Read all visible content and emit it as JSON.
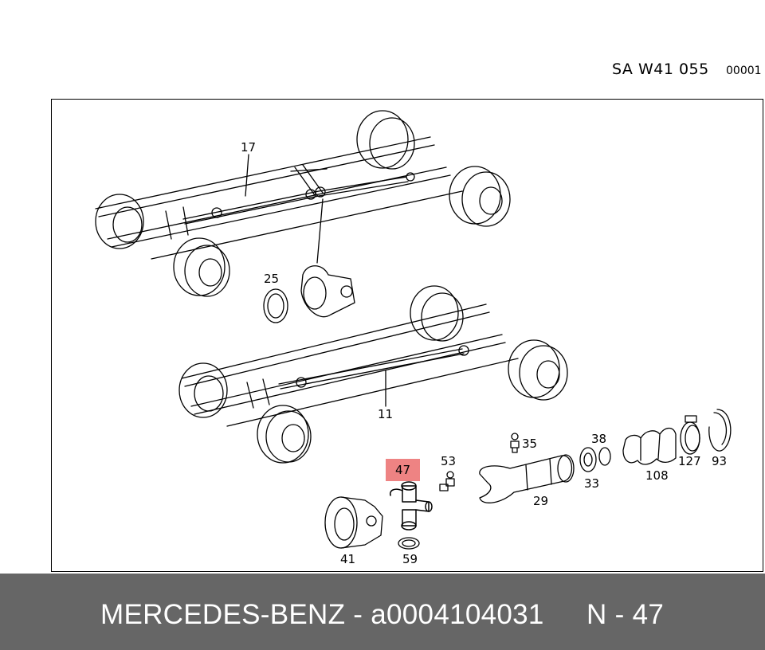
{
  "header": {
    "diagram_code": "SA W41 055",
    "sheet_number": "00001"
  },
  "callouts": {
    "c17": "17",
    "c25": "25",
    "c11": "11",
    "c35": "35",
    "c38": "38",
    "c47": "47",
    "c53": "53",
    "c127": "127",
    "c93": "93",
    "c108": "108",
    "c33": "33",
    "c29": "29",
    "c41": "41",
    "c59": "59"
  },
  "highlighted_part": "47",
  "highlight_color": "#e85a5a",
  "footer": {
    "brand_part": "MERCEDES-BENZ - a0004104031",
    "position_label": "N - 47"
  }
}
